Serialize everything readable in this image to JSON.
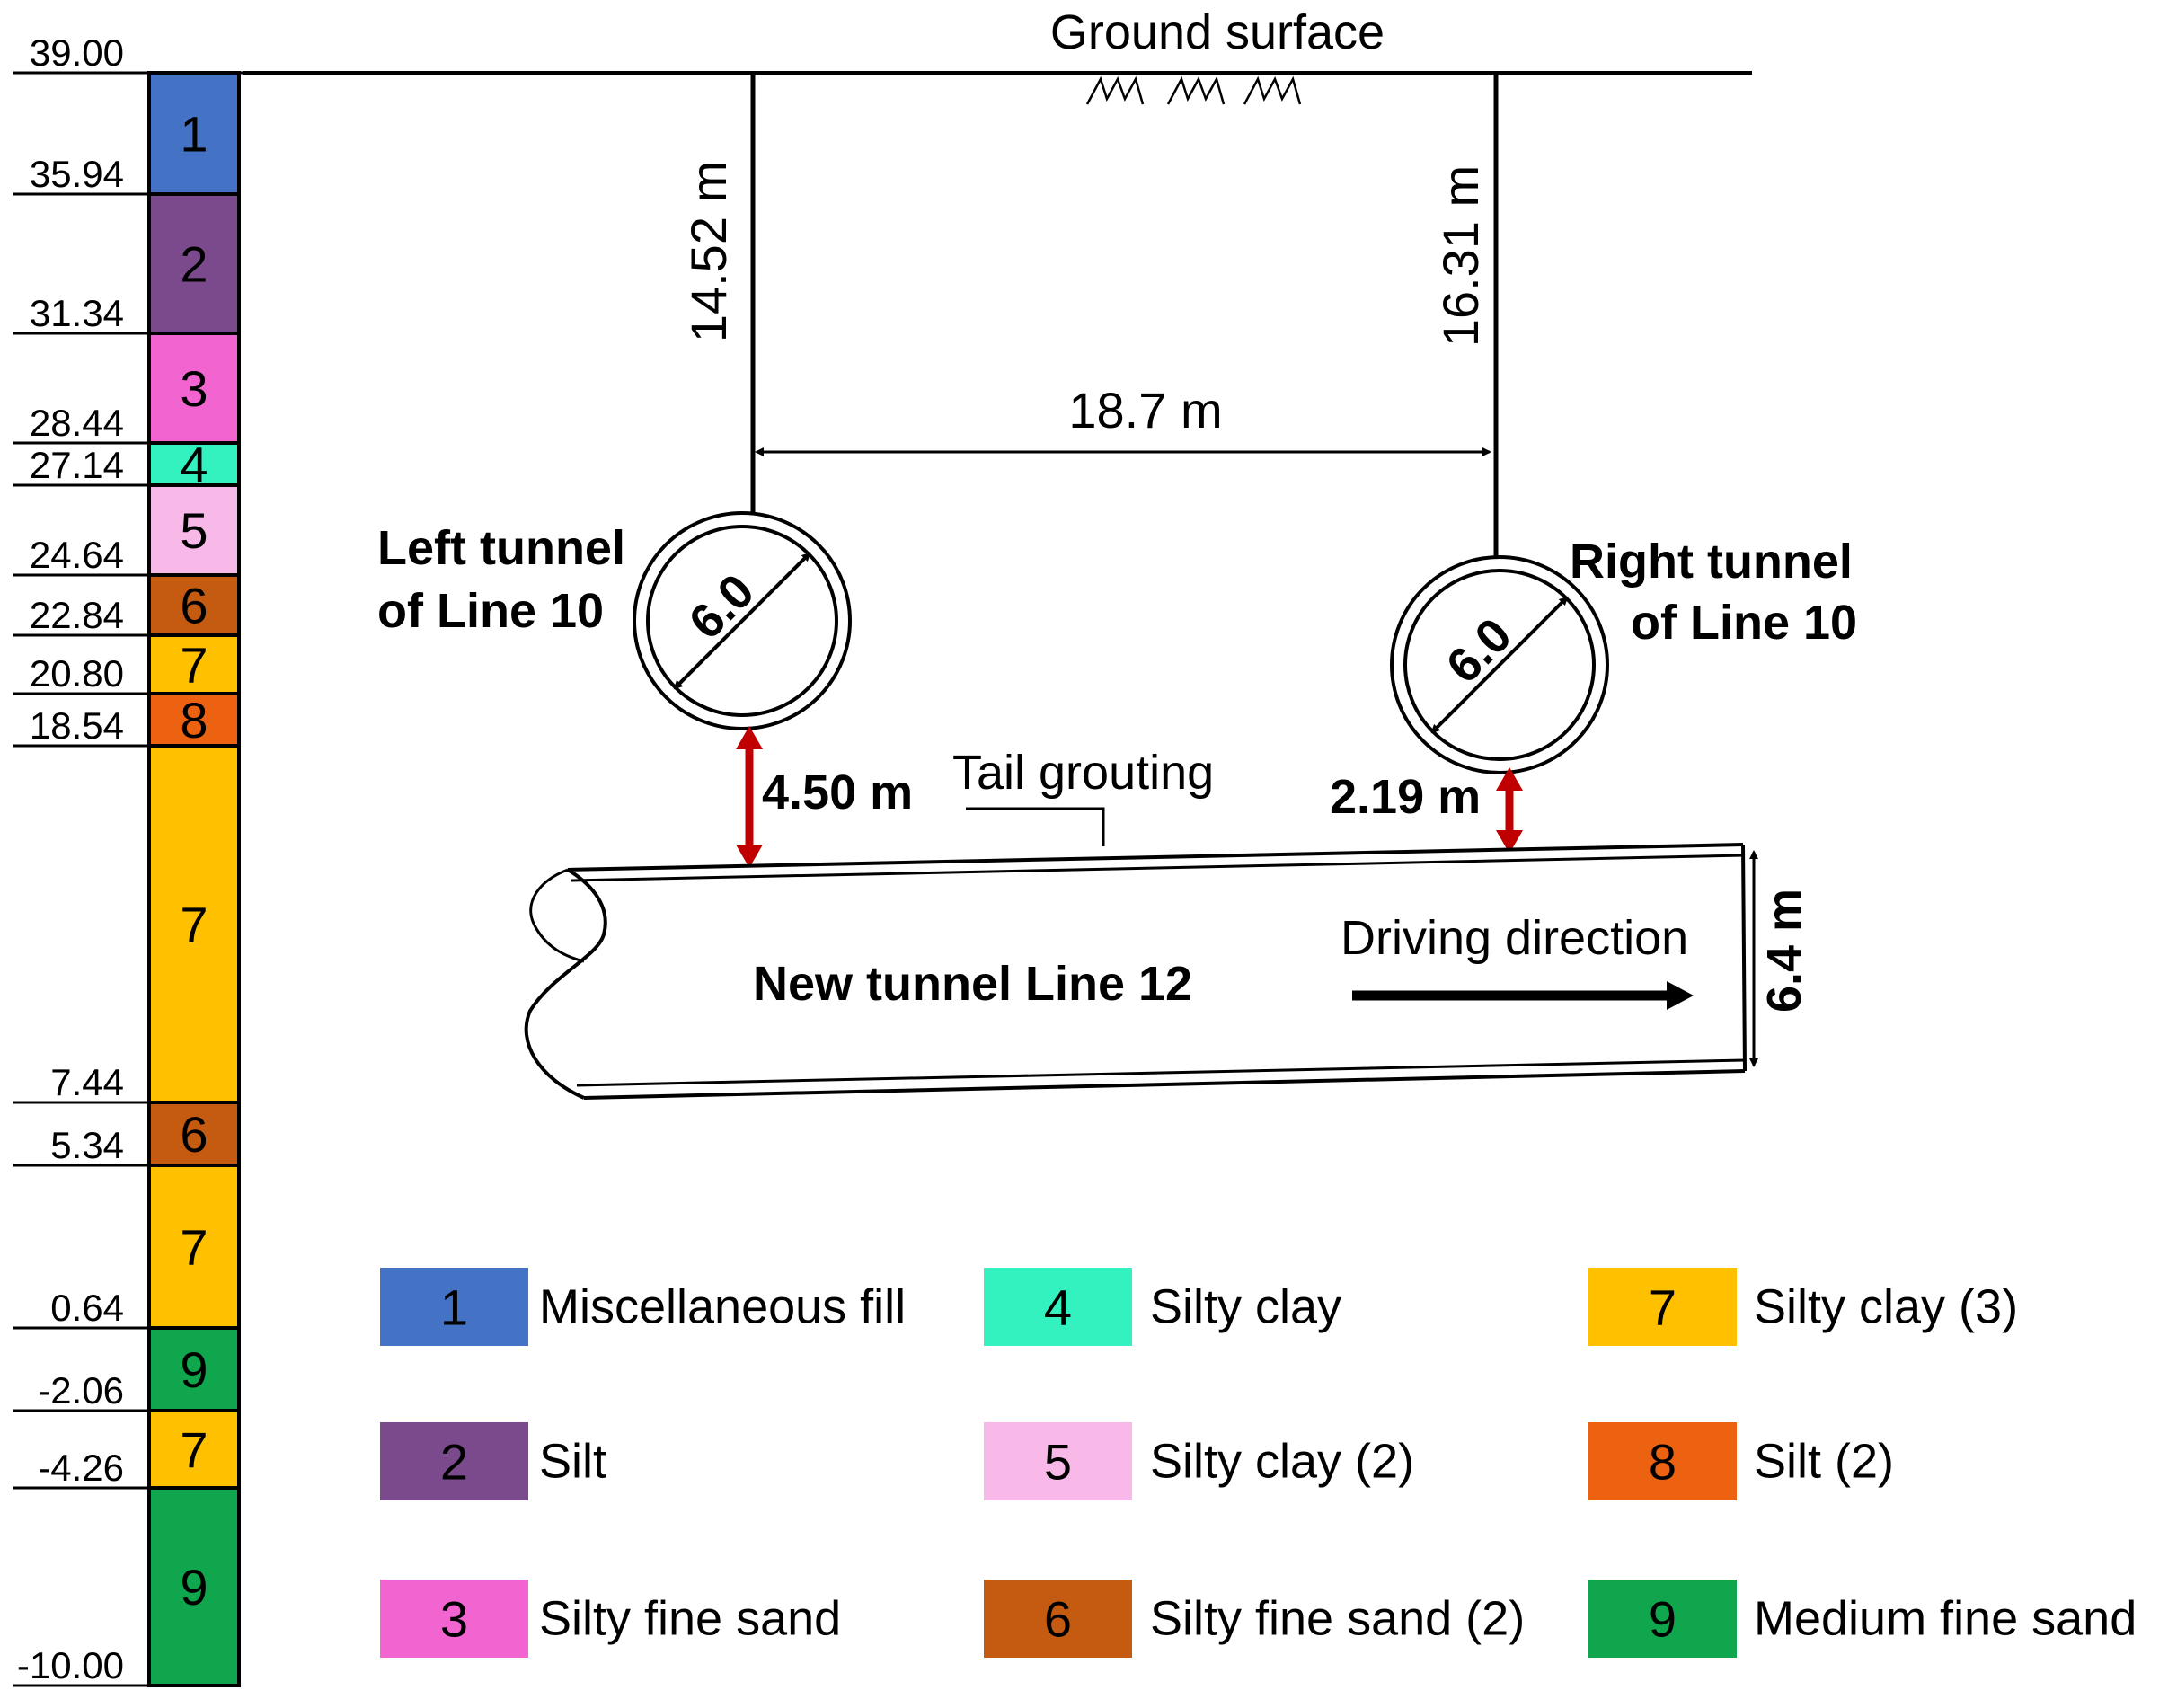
{
  "ground": {
    "label": "Ground surface"
  },
  "strata": [
    {
      "top": 39.0,
      "bottom": 35.94,
      "id": "1",
      "color": "#4472C4"
    },
    {
      "top": 35.94,
      "bottom": 31.34,
      "id": "2",
      "color": "#7B4A8C"
    },
    {
      "top": 31.34,
      "bottom": 28.44,
      "id": "3",
      "color": "#F264D0"
    },
    {
      "top": 28.44,
      "bottom": 27.14,
      "id": "4",
      "color": "#33F2C0"
    },
    {
      "top": 27.14,
      "bottom": 24.64,
      "id": "5",
      "color": "#F8B8E8"
    },
    {
      "top": 24.64,
      "bottom": 22.84,
      "id": "6",
      "color": "#C55A11"
    },
    {
      "top": 22.84,
      "bottom": 20.8,
      "id": "7",
      "color": "#FFC000"
    },
    {
      "top": 20.8,
      "bottom": 18.54,
      "id": "8",
      "color": "#ED6211"
    },
    {
      "top": 18.54,
      "bottom": 7.44,
      "id": "7",
      "color": "#FFC000"
    },
    {
      "top": 7.44,
      "bottom": 5.34,
      "id": "6",
      "color": "#C55A11"
    },
    {
      "top": 5.34,
      "bottom": 0.64,
      "id": "7",
      "color": "#FFC000"
    },
    {
      "top": 0.64,
      "bottom": -2.06,
      "id": "9",
      "color": "#0FA64D"
    },
    {
      "top": -2.06,
      "bottom": -4.26,
      "id": "7",
      "color": "#FFC000"
    },
    {
      "top": -4.26,
      "bottom": -10.0,
      "id": "9",
      "color": "#0FA64D"
    }
  ],
  "elevation_labels": [
    "39.00",
    "35.94",
    "31.34",
    "28.44",
    "27.14",
    "24.64",
    "22.84",
    "20.80",
    "18.54",
    "7.44",
    "5.34",
    "0.64",
    "-2.06",
    "-4.26",
    "-10.00"
  ],
  "dimensions": {
    "left_depth": "14.52 m",
    "right_depth": "16.31 m",
    "spacing": "18.7 m",
    "left_clearance": "4.50 m",
    "right_clearance": "2.19 m",
    "new_tunnel_height": "6.4 m",
    "tunnel_diameter": "6.0"
  },
  "labels": {
    "left_tunnel_1": "Left tunnel",
    "left_tunnel_2": "of Line 10",
    "right_tunnel_1": "Right tunnel",
    "right_tunnel_2": "of Line 10",
    "tail_grouting": "Tail grouting",
    "new_tunnel": "New tunnel Line 12",
    "driving_direction": "Driving direction"
  },
  "legend": [
    {
      "id": "1",
      "name": "Miscellaneous fill",
      "color": "#4472C4"
    },
    {
      "id": "2",
      "name": "Silt",
      "color": "#7B4A8C"
    },
    {
      "id": "3",
      "name": "Silty fine sand",
      "color": "#F264D0"
    },
    {
      "id": "4",
      "name": "Silty clay",
      "color": "#33F2C0"
    },
    {
      "id": "5",
      "name": "Silty clay (2)",
      "color": "#F8B8E8"
    },
    {
      "id": "6",
      "name": "Silty fine sand (2)",
      "color": "#C55A11"
    },
    {
      "id": "7",
      "name": "Silty clay (3)",
      "color": "#FFC000"
    },
    {
      "id": "8",
      "name": "Silt (2)",
      "color": "#ED6211"
    },
    {
      "id": "9",
      "name": "Medium fine sand",
      "color": "#0FA64D"
    }
  ],
  "colors": {
    "clearance_arrow": "#C00000"
  }
}
